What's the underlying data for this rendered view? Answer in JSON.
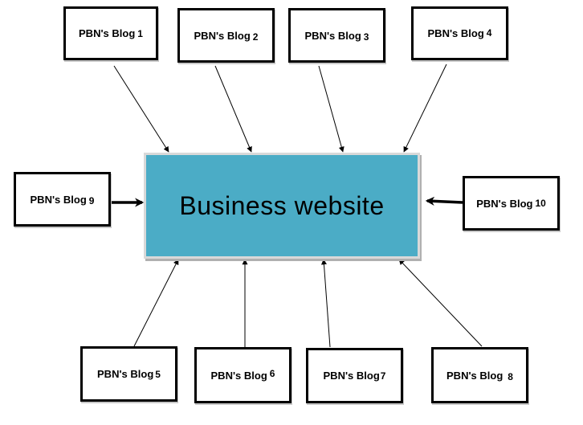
{
  "hub": {
    "label": "Business website",
    "fill": "#4bacc6"
  },
  "blogs": [
    {
      "id": 1,
      "label": "PBN's Blog",
      "suffix": "1"
    },
    {
      "id": 2,
      "label": "PBN's Blog",
      "suffix": "2"
    },
    {
      "id": 3,
      "label": "PBN's Blog",
      "suffix": "3"
    },
    {
      "id": 4,
      "label": "PBN's Blog",
      "suffix": "4"
    },
    {
      "id": 9,
      "label": "PBN's Blog",
      "suffix": "9"
    },
    {
      "id": 10,
      "label": "PBN's Blog",
      "suffix": "10"
    },
    {
      "id": 5,
      "label": "PBN's Blog",
      "suffix": "5"
    },
    {
      "id": 6,
      "label": "PBN's Blog",
      "suffix": "6"
    },
    {
      "id": 7,
      "label": "PBN's Blog",
      "suffix": "7"
    },
    {
      "id": 8,
      "label": "PBN's Blog",
      "suffix": "8"
    }
  ],
  "links": [
    {
      "from": 1,
      "to": "hub",
      "style": "thin"
    },
    {
      "from": 2,
      "to": "hub",
      "style": "thin"
    },
    {
      "from": 3,
      "to": "hub",
      "style": "thin"
    },
    {
      "from": 4,
      "to": "hub",
      "style": "thin"
    },
    {
      "from": 9,
      "to": "hub",
      "style": "thick"
    },
    {
      "from": 10,
      "to": "hub",
      "style": "thick"
    },
    {
      "from": 5,
      "to": "hub",
      "style": "thin"
    },
    {
      "from": 6,
      "to": "hub",
      "style": "thin"
    },
    {
      "from": 7,
      "to": "hub",
      "style": "thin"
    },
    {
      "from": 8,
      "to": "hub",
      "style": "thin"
    }
  ]
}
